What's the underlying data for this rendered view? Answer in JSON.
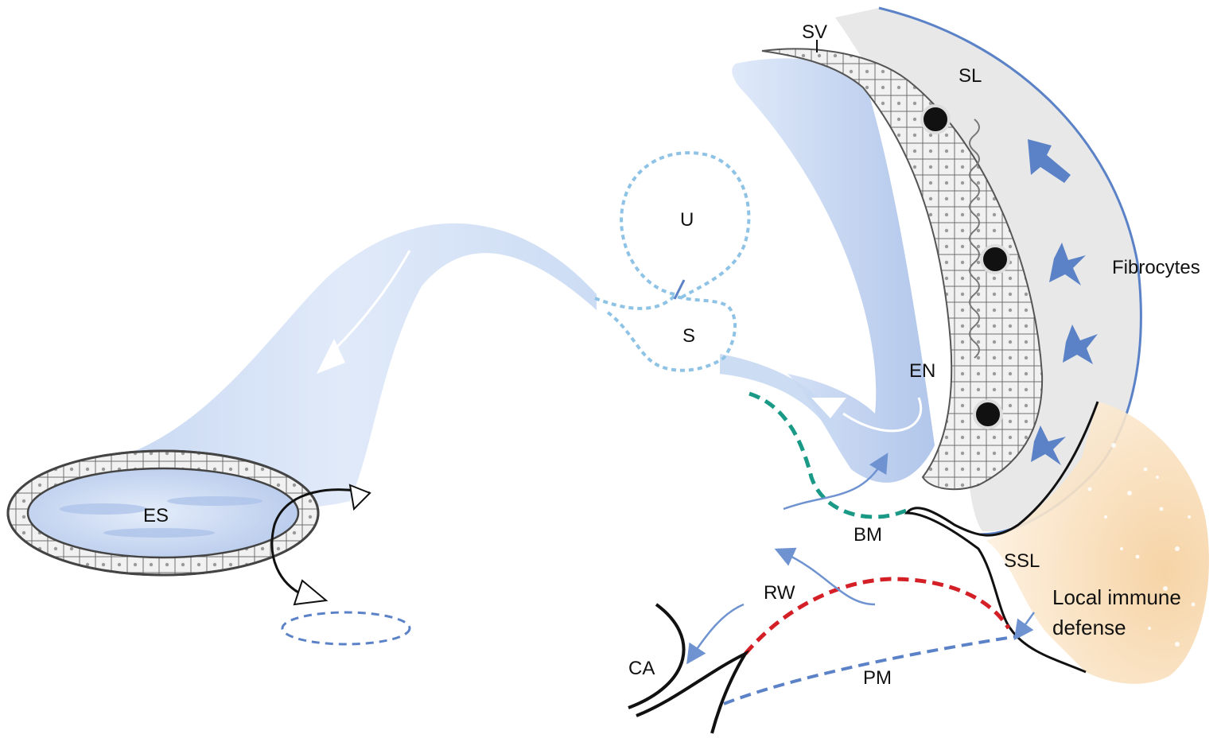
{
  "labels": {
    "sv": "SV",
    "sl": "SL",
    "u": "U",
    "s": "S",
    "fibrocytes": "Fibrocytes",
    "en": "EN",
    "es": "ES",
    "bm": "BM",
    "ssl": "SSL",
    "rw": "RW",
    "ca": "CA",
    "pm": "PM",
    "immune_line1": "Local immune",
    "immune_line2": "defense"
  },
  "colors": {
    "endolymph_blue": "#b9cdee",
    "membrane_blue": "#5b82c7",
    "dotted_blue": "#8ec3e6",
    "basement_green": "#1a9a86",
    "round_window_red": "#d41f26",
    "lateral_wall_gray": "#e8e8e8",
    "immune_orange": "#f7dcb4"
  },
  "icons": {
    "fibrocyte": "fibrocyte-icon",
    "flow_arrow": "arrow-icon"
  }
}
